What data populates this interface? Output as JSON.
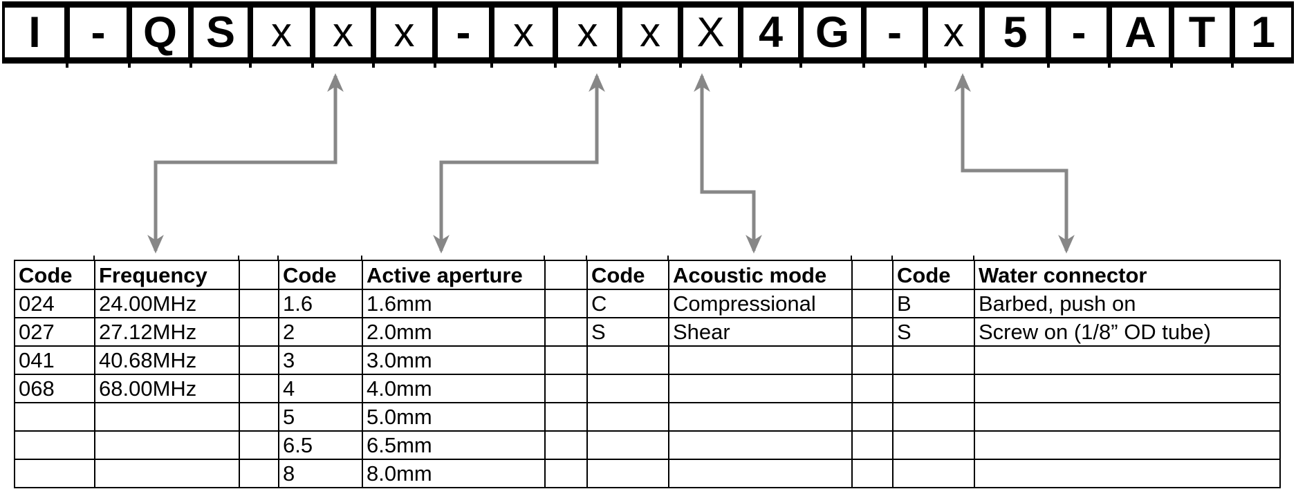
{
  "part_number": {
    "cells": [
      {
        "char": "I",
        "style": "bold"
      },
      {
        "char": "-",
        "style": "bold"
      },
      {
        "char": "Q",
        "style": "bold"
      },
      {
        "char": "S",
        "style": "bold"
      },
      {
        "char": "x",
        "style": "regular"
      },
      {
        "char": "x",
        "style": "regular"
      },
      {
        "char": "x",
        "style": "regular"
      },
      {
        "char": "-",
        "style": "bold"
      },
      {
        "char": "x",
        "style": "regular"
      },
      {
        "char": "x",
        "style": "regular"
      },
      {
        "char": "x",
        "style": "regular"
      },
      {
        "char": "X",
        "style": "regular"
      },
      {
        "char": "4",
        "style": "bold"
      },
      {
        "char": "G",
        "style": "bold"
      },
      {
        "char": "-",
        "style": "bold"
      },
      {
        "char": "x",
        "style": "regular"
      },
      {
        "char": "5",
        "style": "bold"
      },
      {
        "char": "-",
        "style": "bold"
      },
      {
        "char": "A",
        "style": "bold"
      },
      {
        "char": "T",
        "style": "bold"
      },
      {
        "char": "1",
        "style": "bold"
      }
    ]
  },
  "tables": [
    {
      "name": "frequency",
      "code_header": "Code",
      "value_header": "Frequency",
      "rows": [
        [
          "024",
          "24.00MHz"
        ],
        [
          "027",
          "27.12MHz"
        ],
        [
          "041",
          "40.68MHz"
        ],
        [
          "068",
          "68.00MHz"
        ],
        [
          "",
          ""
        ],
        [
          "",
          ""
        ],
        [
          "",
          ""
        ]
      ]
    },
    {
      "name": "active-aperture",
      "code_header": "Code",
      "value_header": "Active aperture",
      "rows": [
        [
          "1.6",
          "1.6mm"
        ],
        [
          "2",
          "2.0mm"
        ],
        [
          "3",
          "3.0mm"
        ],
        [
          "4",
          "4.0mm"
        ],
        [
          "5",
          "5.0mm"
        ],
        [
          "6.5",
          "6.5mm"
        ],
        [
          "8",
          "8.0mm"
        ]
      ]
    },
    {
      "name": "acoustic-mode",
      "code_header": "Code",
      "value_header": "Acoustic mode",
      "rows": [
        [
          "C",
          "Compressional"
        ],
        [
          "S",
          "Shear"
        ],
        [
          "",
          ""
        ],
        [
          "",
          ""
        ],
        [
          "",
          ""
        ],
        [
          "",
          ""
        ],
        [
          "",
          ""
        ]
      ]
    },
    {
      "name": "water-connector",
      "code_header": "Code",
      "value_header": "Water connector",
      "rows": [
        [
          "B",
          "Barbed, push on"
        ],
        [
          "S",
          "Screw on (1/8” OD tube)"
        ],
        [
          "",
          ""
        ],
        [
          "",
          ""
        ],
        [
          "",
          ""
        ],
        [
          "",
          ""
        ],
        [
          "",
          ""
        ]
      ]
    }
  ],
  "colors": {
    "arrow": "#878787",
    "border": "#000000",
    "background": "#ffffff",
    "text": "#000000"
  }
}
